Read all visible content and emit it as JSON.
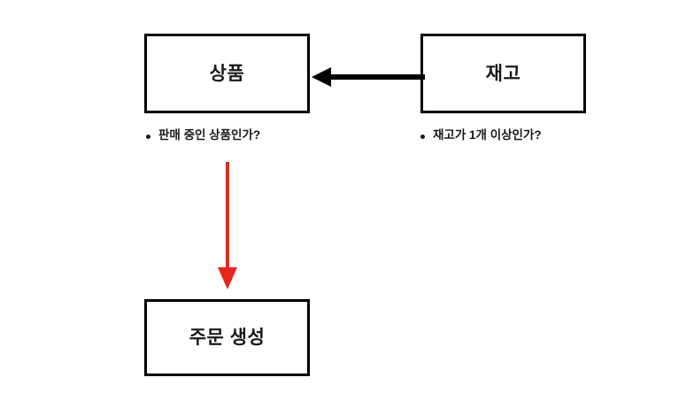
{
  "diagram": {
    "title": "",
    "background_color": "#ffffff",
    "nodes": [
      {
        "id": "product",
        "label": "상품",
        "border_color": "#000000",
        "fill_color": "#ffffff"
      },
      {
        "id": "stock",
        "label": "재고",
        "border_color": "#000000",
        "fill_color": "#ffffff"
      },
      {
        "id": "order",
        "label": "주문 생성",
        "border_color": "#000000",
        "fill_color": "#ffffff"
      }
    ],
    "notes": [
      {
        "id": "product-note",
        "bullet": "•",
        "text": "판매 중인 상품인가?",
        "color": "#1a1a1a"
      },
      {
        "id": "stock-note",
        "bullet": "•",
        "text": "재고가 1개 이상인가?",
        "color": "#1a1a1a"
      }
    ],
    "edges": [
      {
        "id": "stock-to-product",
        "from": "stock",
        "to": "product",
        "label": "",
        "color": "#000000",
        "direction": "left",
        "style": "solid"
      },
      {
        "id": "product-to-order",
        "from": "product",
        "to": "order",
        "label": "",
        "color": "#e8261a",
        "direction": "down",
        "style": "solid"
      }
    ]
  }
}
